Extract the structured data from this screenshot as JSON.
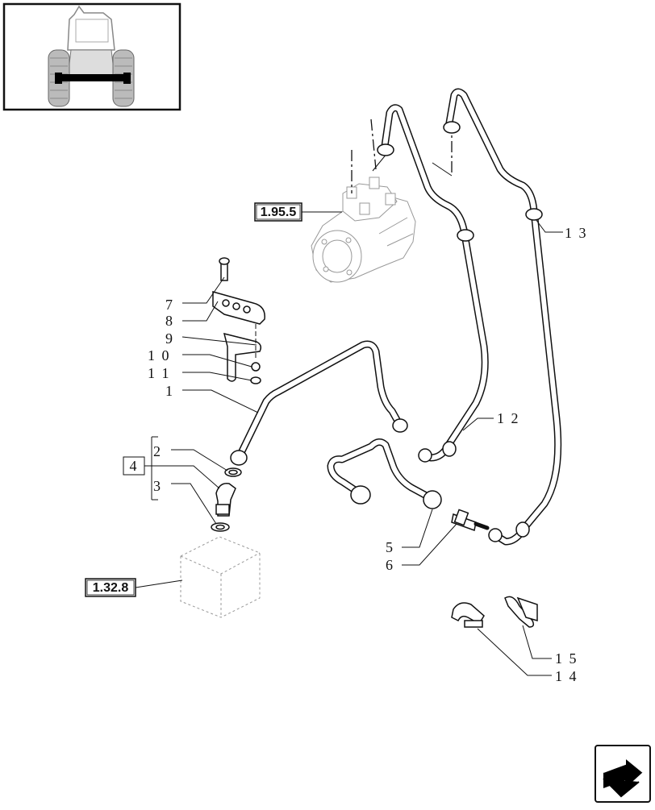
{
  "refs": {
    "steering_unit": "1.95.5",
    "hydraulic_block": "1.32.8",
    "kit": "4"
  },
  "callouts": [
    {
      "id": "7",
      "text": "7"
    },
    {
      "id": "8",
      "text": "8"
    },
    {
      "id": "9",
      "text": "9"
    },
    {
      "id": "10",
      "text": "1 0"
    },
    {
      "id": "11",
      "text": "1 1"
    },
    {
      "id": "1",
      "text": "1"
    },
    {
      "id": "2",
      "text": "2"
    },
    {
      "id": "3",
      "text": "3"
    },
    {
      "id": "5",
      "text": "5"
    },
    {
      "id": "6",
      "text": "6"
    },
    {
      "id": "12",
      "text": "1 2"
    },
    {
      "id": "13",
      "text": "1 3"
    },
    {
      "id": "14",
      "text": "1 4"
    },
    {
      "id": "15",
      "text": "1 5"
    }
  ],
  "icons": {
    "thumbnail": "tractor-rear-view-icon",
    "navigation": "next-page-arrow-icon"
  }
}
